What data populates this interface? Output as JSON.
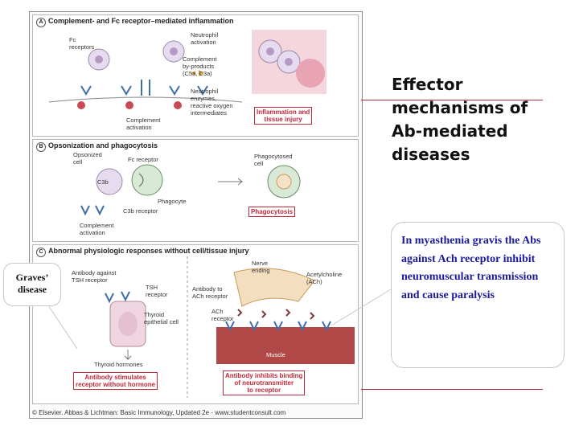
{
  "slide_title": "Effector mechanisms of Ab-mediated diseases",
  "figure": {
    "panel_a": {
      "badge": "A",
      "title": "Complement- and Fc receptor–mediated inflammation",
      "fc_receptors": "Fc\nreceptors",
      "neutrophil_activation": "Neutrophil\nactivation",
      "complement_byproducts": "Complement\nby-products\n(C5a, C3a)",
      "neutrophil_enzymes": "Neutrophil\nenzymes,\nreactive oxygen\nintermediates",
      "complement_activation": "Complement\nactivation",
      "result": "Inflammation and\ntissue injury"
    },
    "panel_b": {
      "badge": "B",
      "title": "Opsonization and phagocytosis",
      "opsonized_cell": "Opsonized\ncell",
      "fc_receptor": "Fc receptor",
      "c3b": "C3b",
      "phagocyte": "Phagocyte",
      "c3b_receptor": "C3b receptor",
      "complement_activation": "Complement\nactivation",
      "phagocytosed_cell": "Phagocytosed\ncell",
      "result": "Phagocytosis"
    },
    "panel_c": {
      "badge": "C",
      "title": "Abnormal physiologic responses without cell/tissue injury",
      "antibody_tsh": "Antibody against\nTSH receptor",
      "tsh_receptor": "TSH\nreceptor",
      "thyroid_cell": "Thyroid\nepithelial cell",
      "thyroid_hormones": "Thyroid hormones",
      "left_result": "Antibody stimulates\nreceptor without hormone",
      "nerve_ending": "Nerve\nending",
      "acetylcholine": "Acetylcholine\n(ACh)",
      "antibody_ach": "Antibody to\nACh receptor",
      "ach_receptor": "ACh\nreceptor",
      "muscle": "Muscle",
      "right_result": "Antibody inhibits binding\nof neurotransmitter\nto receptor"
    },
    "copyright": "© Elsevier. Abbas & Lichtman: Basic Immunology, Updated 2e - www.studentconsult.com"
  },
  "callouts": {
    "graves": "Graves’ disease",
    "myasthenia": "In myasthenia gravis the Abs against Ach receptor inhibit neuromuscular transmission and cause paralysis"
  },
  "colors": {
    "accent_red": "#c0283a",
    "callout_text": "#1a1a9c",
    "rule_line": "#a83232",
    "muscle": "#b04848"
  }
}
